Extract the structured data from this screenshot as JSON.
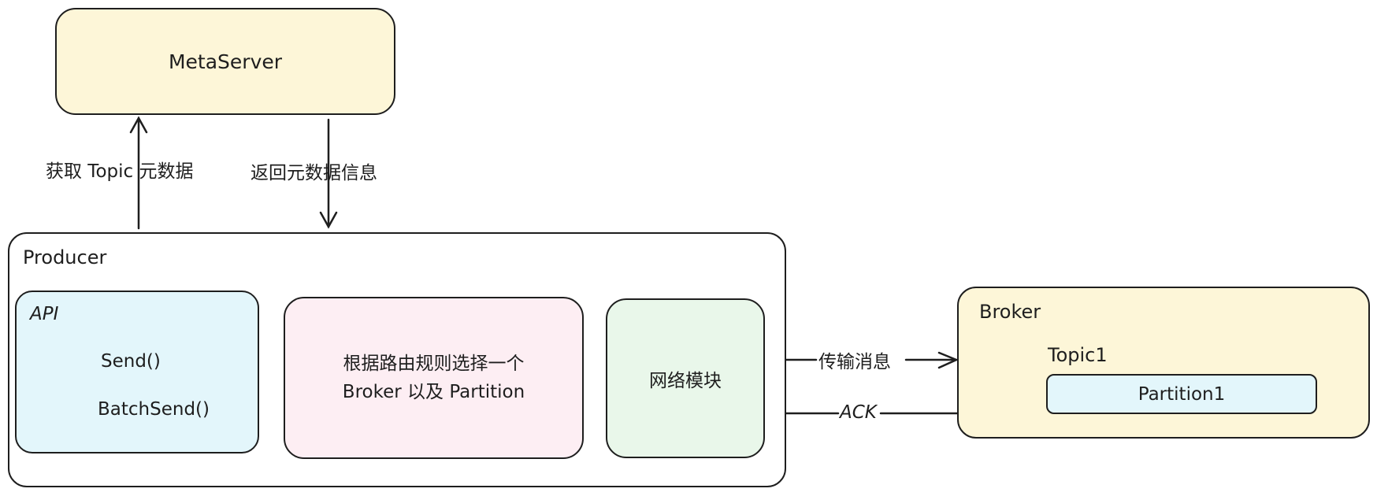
{
  "metaserver": {
    "label": "MetaServer"
  },
  "arrows": {
    "fetch_label": "获取 Topic 元数据",
    "return_label": "返回元数据信息",
    "transmit_label": "传输消息",
    "ack_label": "ACK"
  },
  "producer": {
    "title": "Producer",
    "api": {
      "title": "API",
      "methods": [
        "Send()",
        "BatchSend()"
      ]
    },
    "routing": {
      "line1": "根据路由规则选择一个",
      "line2": "Broker 以及 Partition"
    },
    "network": {
      "label": "网络模块"
    }
  },
  "broker": {
    "title": "Broker",
    "topic": {
      "label": "Topic1"
    },
    "partition": {
      "label": "Partition1"
    }
  },
  "colors": {
    "metaserver_fill": "#fdf6d8",
    "api_fill": "#e3f6fb",
    "routing_fill": "#fdeef3",
    "network_fill": "#e9f7ea",
    "broker_fill": "#fdf6d8",
    "partition_fill": "#e3f6fb",
    "stroke": "#1e1e1e"
  }
}
